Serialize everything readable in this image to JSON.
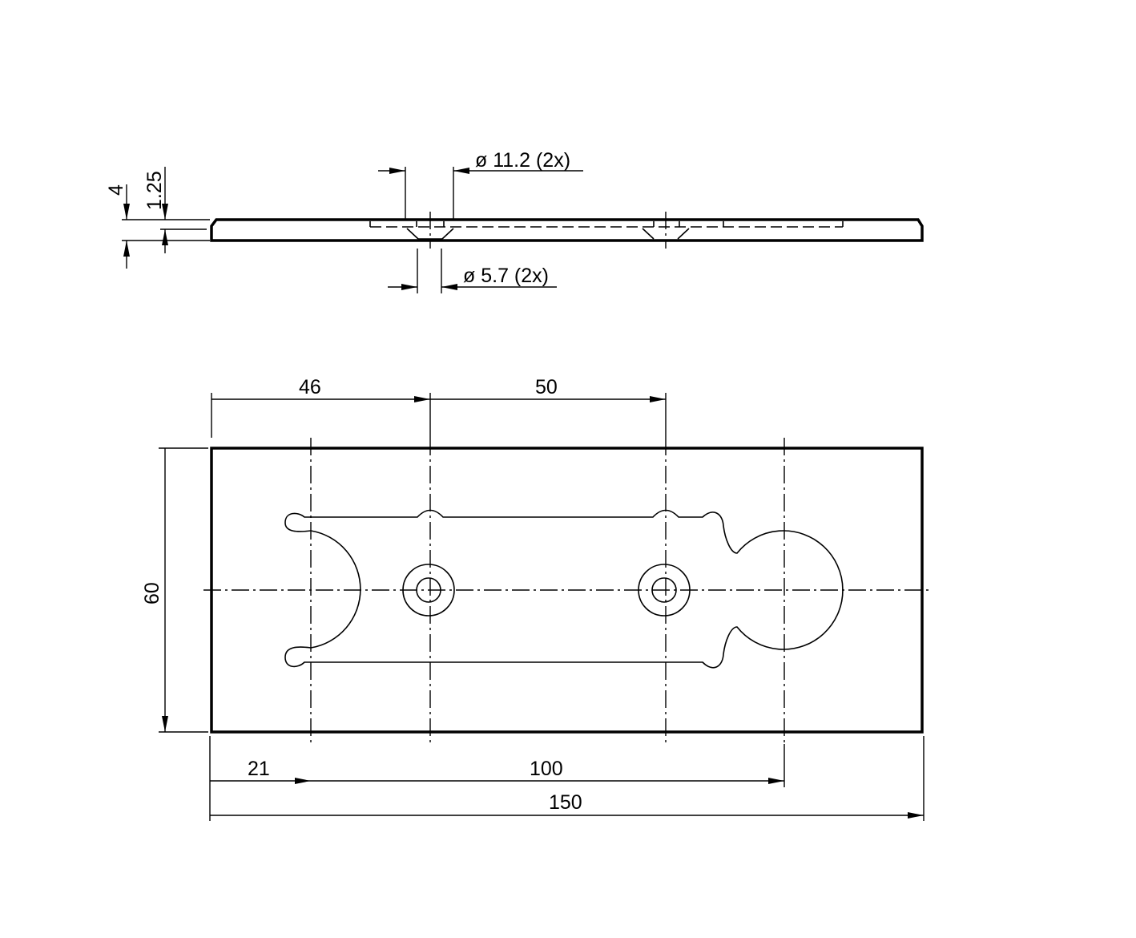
{
  "side_view": {
    "thickness_label": "4",
    "recess_depth_label": "1.25",
    "countersink_diameter_label": "ø 11.2 (2x)",
    "hole_diameter_label": "ø 5.7 (2x)"
  },
  "top_view": {
    "dim_edge_to_hole1": "46",
    "dim_hole_spacing": "50",
    "dim_width": "60",
    "dim_edge_to_slot": "21",
    "dim_slot_span": "100",
    "dim_length": "150"
  }
}
